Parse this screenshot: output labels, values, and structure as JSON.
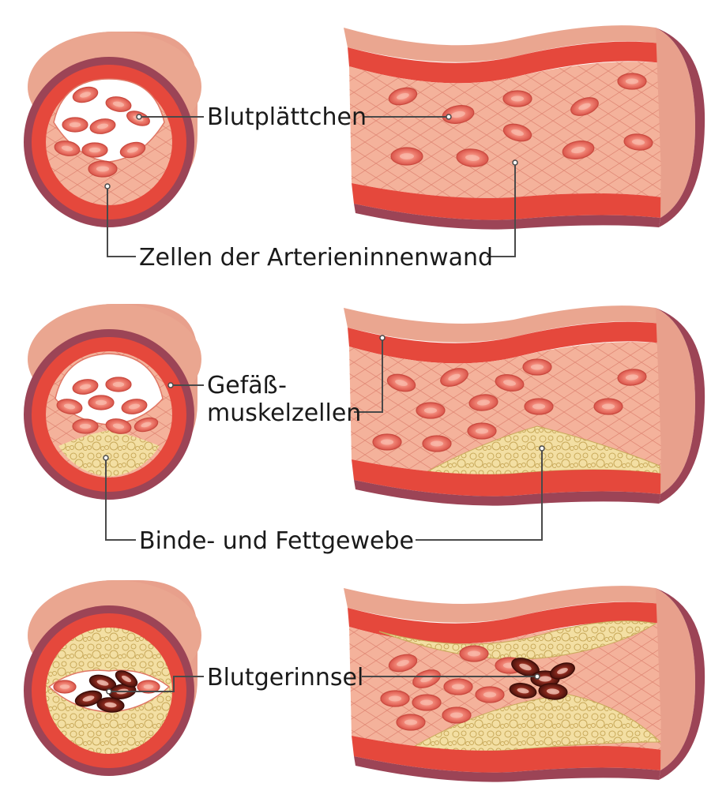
{
  "labels": {
    "platelets": "Blutplättchen",
    "inner_wall": "Zellen der Arterieninnenwand",
    "muscle_line1": "Gefäß-",
    "muscle_line2": "muskelzellen",
    "tissue": "Binde- und Fettgewebe",
    "clot": "Blutgerinnsel"
  },
  "colors": {
    "outer_wall": "#e8a08c",
    "outer_wall_dark": "#d9826c",
    "muscle_layer": "#e5483c",
    "adventitia": "#9c4456",
    "lumen": "#ffffff",
    "inner_lining": "#f4b29b",
    "blood_cell": "#e7675a",
    "blood_cell_center": "#f9b7a8",
    "plaque": "#f1dc9c",
    "clot": "#5a1710",
    "leader_line": "#4a4a4a"
  },
  "panels": [
    {
      "name": "healthy-artery",
      "plaque": "none",
      "clot": false
    },
    {
      "name": "early-plaque-artery",
      "plaque": "bottom",
      "clot": false
    },
    {
      "name": "clotted-artery",
      "plaque": "top-and-bottom",
      "clot": true
    }
  ]
}
